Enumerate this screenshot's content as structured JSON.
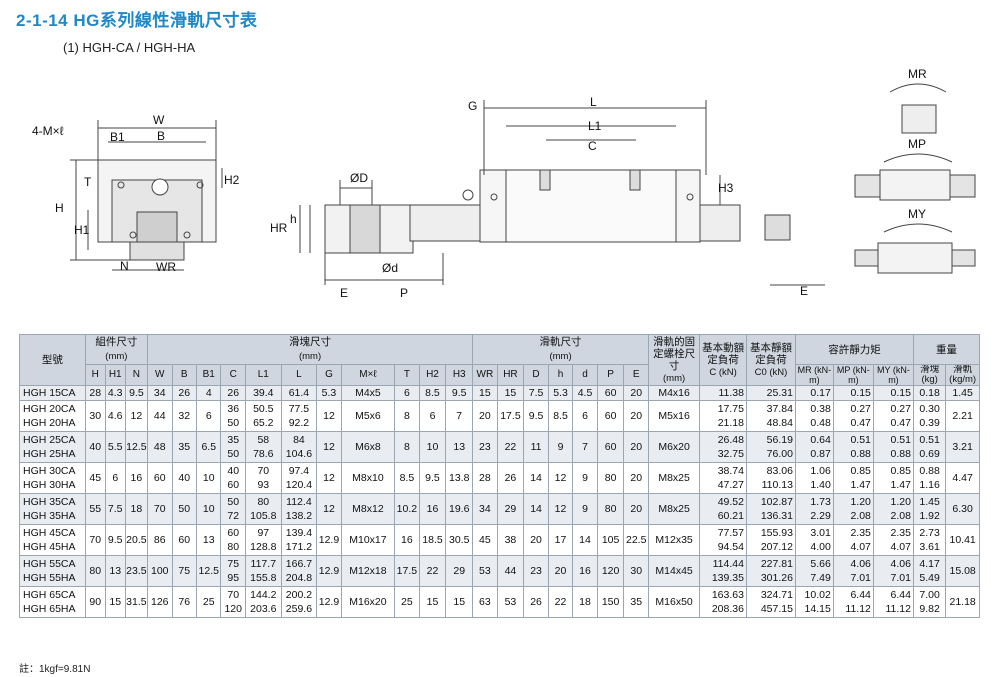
{
  "header": {
    "title": "2-1-14 HG系列線性滑軌尺寸表",
    "subtitle": "(1) HGH-CA / HGH-HA"
  },
  "drawings": {
    "front_labels": [
      "4-M×ℓ",
      "W",
      "B",
      "B1",
      "T",
      "H2",
      "H",
      "H1",
      "N",
      "WR"
    ],
    "side_labels": [
      "ØD",
      "h",
      "HR",
      "Ød",
      "E",
      "P"
    ],
    "top_labels": [
      "G",
      "L",
      "L1",
      "C",
      "H3",
      "E"
    ],
    "moment_labels": [
      "MR",
      "MP",
      "MY"
    ]
  },
  "table": {
    "group_headers": {
      "model": "型號",
      "assembly": "組件尺寸",
      "assembly_unit": "(mm)",
      "block": "滑塊尺寸",
      "block_unit": "(mm)",
      "rail": "滑軌尺寸",
      "rail_unit": "(mm)",
      "bolt": "滑軌的固定螺栓尺寸",
      "bolt_unit": "(mm)",
      "dyn": "基本動額定負荷",
      "dyn_unit": "C (kN)",
      "stat": "基本靜額定負荷",
      "stat_unit": "C0 (kN)",
      "moment": "容許靜力矩",
      "weight": "重量"
    },
    "sub_headers": [
      "H",
      "H1",
      "N",
      "W",
      "B",
      "B1",
      "C",
      "L1",
      "L",
      "G",
      "M×ℓ",
      "T",
      "H2",
      "H3",
      "WR",
      "HR",
      "D",
      "h",
      "d",
      "P",
      "E"
    ],
    "moment_headers": [
      "MR (kN-m)",
      "MP (kN-m)",
      "MY (kN-m)"
    ],
    "weight_headers": [
      "滑塊 (kg)",
      "滑軌 (kg/m)"
    ],
    "rows": [
      {
        "models": [
          "HGH 15CA"
        ],
        "H": "28",
        "H1": "4.3",
        "N": "9.5",
        "W": "34",
        "B": "26",
        "B1": "4",
        "C": [
          "26"
        ],
        "L1": [
          "39.4"
        ],
        "L": [
          "61.4"
        ],
        "G": "5.3",
        "M": "M4x5",
        "T": "6",
        "H2": "8.5",
        "H3": "9.5",
        "WR": "15",
        "HR": "15",
        "D": "7.5",
        "h": "5.3",
        "d": "4.5",
        "P": "60",
        "E": "20",
        "bolt": "M4x16",
        "dyn": [
          "11.38"
        ],
        "stat": [
          "25.31"
        ],
        "MR": [
          "0.17"
        ],
        "MP": [
          "0.15"
        ],
        "MY": [
          "0.15"
        ],
        "wb": [
          "0.18"
        ],
        "wr": "1.45"
      },
      {
        "models": [
          "HGH 20CA",
          "HGH 20HA"
        ],
        "H": "30",
        "H1": "4.6",
        "N": "12",
        "W": "44",
        "B": "32",
        "B1": "6",
        "C": [
          "36",
          "50"
        ],
        "L1": [
          "50.5",
          "65.2"
        ],
        "L": [
          "77.5",
          "92.2"
        ],
        "G": "12",
        "M": "M5x6",
        "T": "8",
        "H2": "6",
        "H3": "7",
        "WR": "20",
        "HR": "17.5",
        "D": "9.5",
        "h": "8.5",
        "d": "6",
        "P": "60",
        "E": "20",
        "bolt": "M5x16",
        "dyn": [
          "17.75",
          "21.18"
        ],
        "stat": [
          "37.84",
          "48.84"
        ],
        "MR": [
          "0.38",
          "0.48"
        ],
        "MP": [
          "0.27",
          "0.47"
        ],
        "MY": [
          "0.27",
          "0.47"
        ],
        "wb": [
          "0.30",
          "0.39"
        ],
        "wr": "2.21"
      },
      {
        "models": [
          "HGH 25CA",
          "HGH 25HA"
        ],
        "H": "40",
        "H1": "5.5",
        "N": "12.5",
        "W": "48",
        "B": "35",
        "B1": "6.5",
        "C": [
          "35",
          "50"
        ],
        "L1": [
          "58",
          "78.6"
        ],
        "L": [
          "84",
          "104.6"
        ],
        "G": "12",
        "M": "M6x8",
        "T": "8",
        "H2": "10",
        "H3": "13",
        "WR": "23",
        "HR": "22",
        "D": "11",
        "h": "9",
        "d": "7",
        "P": "60",
        "E": "20",
        "bolt": "M6x20",
        "dyn": [
          "26.48",
          "32.75"
        ],
        "stat": [
          "56.19",
          "76.00"
        ],
        "MR": [
          "0.64",
          "0.87"
        ],
        "MP": [
          "0.51",
          "0.88"
        ],
        "MY": [
          "0.51",
          "0.88"
        ],
        "wb": [
          "0.51",
          "0.69"
        ],
        "wr": "3.21"
      },
      {
        "models": [
          "HGH 30CA",
          "HGH 30HA"
        ],
        "H": "45",
        "H1": "6",
        "N": "16",
        "W": "60",
        "B": "40",
        "B1": "10",
        "C": [
          "40",
          "60"
        ],
        "L1": [
          "70",
          "93"
        ],
        "L": [
          "97.4",
          "120.4"
        ],
        "G": "12",
        "M": "M8x10",
        "T": "8.5",
        "H2": "9.5",
        "H3": "13.8",
        "WR": "28",
        "HR": "26",
        "D": "14",
        "h": "12",
        "d": "9",
        "P": "80",
        "E": "20",
        "bolt": "M8x25",
        "dyn": [
          "38.74",
          "47.27"
        ],
        "stat": [
          "83.06",
          "110.13"
        ],
        "MR": [
          "1.06",
          "1.40"
        ],
        "MP": [
          "0.85",
          "1.47"
        ],
        "MY": [
          "0.85",
          "1.47"
        ],
        "wb": [
          "0.88",
          "1.16"
        ],
        "wr": "4.47"
      },
      {
        "models": [
          "HGH 35CA",
          "HGH 35HA"
        ],
        "H": "55",
        "H1": "7.5",
        "N": "18",
        "W": "70",
        "B": "50",
        "B1": "10",
        "C": [
          "50",
          "72"
        ],
        "L1": [
          "80",
          "105.8"
        ],
        "L": [
          "112.4",
          "138.2"
        ],
        "G": "12",
        "M": "M8x12",
        "T": "10.2",
        "H2": "16",
        "H3": "19.6",
        "WR": "34",
        "HR": "29",
        "D": "14",
        "h": "12",
        "d": "9",
        "P": "80",
        "E": "20",
        "bolt": "M8x25",
        "dyn": [
          "49.52",
          "60.21"
        ],
        "stat": [
          "102.87",
          "136.31"
        ],
        "MR": [
          "1.73",
          "2.29"
        ],
        "MP": [
          "1.20",
          "2.08"
        ],
        "MY": [
          "1.20",
          "2.08"
        ],
        "wb": [
          "1.45",
          "1.92"
        ],
        "wr": "6.30"
      },
      {
        "models": [
          "HGH 45CA",
          "HGH 45HA"
        ],
        "H": "70",
        "H1": "9.5",
        "N": "20.5",
        "W": "86",
        "B": "60",
        "B1": "13",
        "C": [
          "60",
          "80"
        ],
        "L1": [
          "97",
          "128.8"
        ],
        "L": [
          "139.4",
          "171.2"
        ],
        "G": "12.9",
        "M": "M10x17",
        "T": "16",
        "H2": "18.5",
        "H3": "30.5",
        "WR": "45",
        "HR": "38",
        "D": "20",
        "h": "17",
        "d": "14",
        "P": "105",
        "E": "22.5",
        "bolt": "M12x35",
        "dyn": [
          "77.57",
          "94.54"
        ],
        "stat": [
          "155.93",
          "207.12"
        ],
        "MR": [
          "3.01",
          "4.00"
        ],
        "MP": [
          "2.35",
          "4.07"
        ],
        "MY": [
          "2.35",
          "4.07"
        ],
        "wb": [
          "2.73",
          "3.61"
        ],
        "wr": "10.41"
      },
      {
        "models": [
          "HGH 55CA",
          "HGH 55HA"
        ],
        "H": "80",
        "H1": "13",
        "N": "23.5",
        "W": "100",
        "B": "75",
        "B1": "12.5",
        "C": [
          "75",
          "95"
        ],
        "L1": [
          "117.7",
          "155.8"
        ],
        "L": [
          "166.7",
          "204.8"
        ],
        "G": "12.9",
        "M": "M12x18",
        "T": "17.5",
        "H2": "22",
        "H3": "29",
        "WR": "53",
        "HR": "44",
        "D": "23",
        "h": "20",
        "d": "16",
        "P": "120",
        "E": "30",
        "bolt": "M14x45",
        "dyn": [
          "114.44",
          "139.35"
        ],
        "stat": [
          "227.81",
          "301.26"
        ],
        "MR": [
          "5.66",
          "7.49"
        ],
        "MP": [
          "4.06",
          "7.01"
        ],
        "MY": [
          "4.06",
          "7.01"
        ],
        "wb": [
          "4.17",
          "5.49"
        ],
        "wr": "15.08"
      },
      {
        "models": [
          "HGH 65CA",
          "HGH 65HA"
        ],
        "H": "90",
        "H1": "15",
        "N": "31.5",
        "W": "126",
        "B": "76",
        "B1": "25",
        "C": [
          "70",
          "120"
        ],
        "L1": [
          "144.2",
          "203.6"
        ],
        "L": [
          "200.2",
          "259.6"
        ],
        "G": "12.9",
        "M": "M16x20",
        "T": "25",
        "H2": "15",
        "H3": "15",
        "WR": "63",
        "HR": "53",
        "D": "26",
        "h": "22",
        "d": "18",
        "P": "150",
        "E": "35",
        "bolt": "M16x50",
        "dyn": [
          "163.63",
          "208.36"
        ],
        "stat": [
          "324.71",
          "457.15"
        ],
        "MR": [
          "10.02",
          "14.15"
        ],
        "MP": [
          "6.44",
          "11.12"
        ],
        "MY": [
          "6.44",
          "11.12"
        ],
        "wb": [
          "7.00",
          "9.82"
        ],
        "wr": "21.18"
      }
    ]
  },
  "footnote": "註：1kgf=9.81N"
}
